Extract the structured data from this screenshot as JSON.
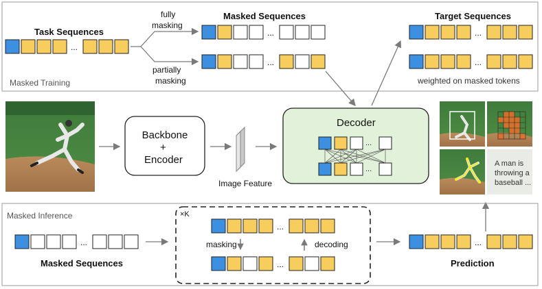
{
  "top_panel": {
    "label": "Masked Training",
    "task_title": "Task Sequences",
    "masked_title": "Masked Sequences",
    "target_title": "Target Sequences",
    "fully_masking": [
      "fully",
      "masking"
    ],
    "partially_masking": [
      "partially",
      "masking"
    ],
    "weighted_note": "weighted on masked tokens",
    "ellipsis": "..."
  },
  "middle": {
    "backbone_label": [
      "Backbone",
      "+",
      "Encoder"
    ],
    "image_feature_label": "Image Feature",
    "decoder_title": "Decoder",
    "caption_output": "A man is throwing a baseball ..."
  },
  "bottom_panel": {
    "label": "Masked Inference",
    "repeat_marker": "×K",
    "masking_label": "masking",
    "decoding_label": "decoding",
    "masked_seq_title": "Masked Sequences",
    "prediction_title": "Prediction"
  },
  "colors": {
    "blue_token": "#3d8fe0",
    "yellow_token": "#f7cd5e",
    "empty_token": "#ffffff",
    "decoder_fill": "#e2f1d9",
    "arrow": "#7a7a7a",
    "box_border": "#999999"
  },
  "icons": [
    "arrow-icon",
    "feature-map-icon",
    "image-thumbnail"
  ]
}
